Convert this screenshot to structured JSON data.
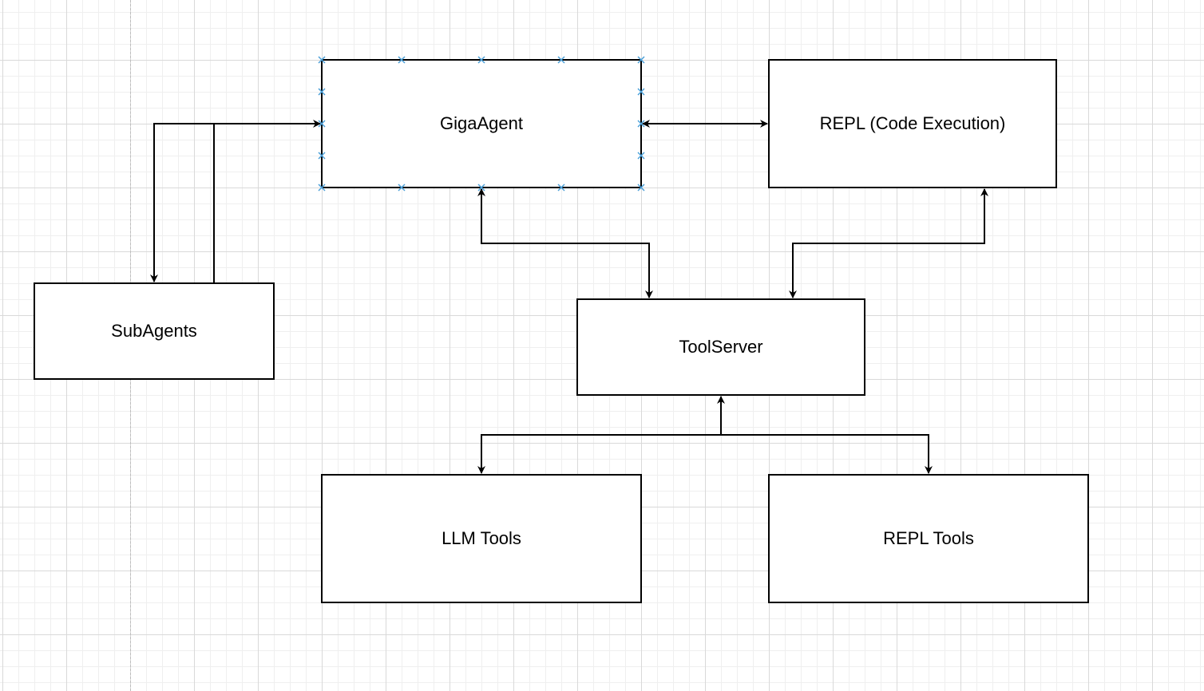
{
  "diagram": {
    "nodes": {
      "gigaagent": {
        "label": "GigaAgent",
        "selected": true
      },
      "repl": {
        "label": "REPL (Code Execution)"
      },
      "subagents": {
        "label": "SubAgents"
      },
      "toolserver": {
        "label": "ToolServer"
      },
      "llm_tools": {
        "label": "LLM Tools"
      },
      "repl_tools": {
        "label": "REPL Tools"
      }
    },
    "edges": [
      {
        "from": "gigaagent",
        "to": "repl",
        "direction": "both"
      },
      {
        "from": "gigaagent",
        "to": "subagents",
        "direction": "forward"
      },
      {
        "from": "subagents",
        "to": "gigaagent",
        "direction": "forward"
      },
      {
        "from": "gigaagent",
        "to": "toolserver",
        "direction": "both"
      },
      {
        "from": "repl",
        "to": "toolserver",
        "direction": "both"
      },
      {
        "from": "toolserver",
        "to": "llm_tools",
        "direction": "both"
      },
      {
        "from": "toolserver",
        "to": "repl_tools",
        "direction": "both"
      }
    ],
    "colors": {
      "stroke": "#000000",
      "selection_handle": "#4a9fd8",
      "grid_major": "#d9d9d9",
      "grid_minor": "#efefef",
      "page_break": "#bdbdbd"
    }
  }
}
